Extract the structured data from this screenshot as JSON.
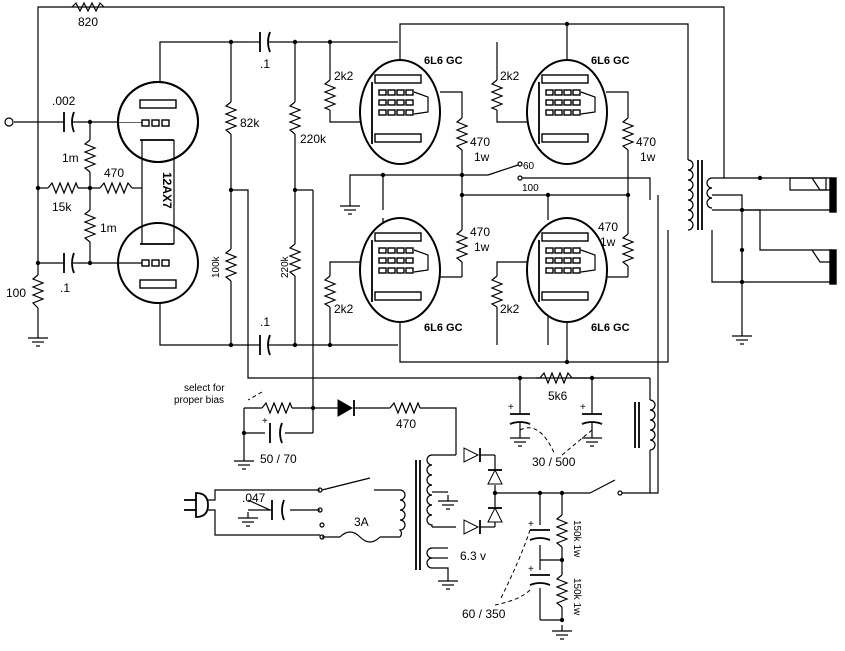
{
  "labels": {
    "r_820": "820",
    "c_002": ".002",
    "r_1m_top": "1m",
    "r_470_input": "470",
    "r_15k": "15k",
    "r_1m_bottom": "1m",
    "c_1_input": ".1",
    "r_100": "100",
    "tube_12ax7": "12AX7",
    "r_82k": "82k",
    "r_100k": "100k",
    "r_220k_a": "220k",
    "r_220k_b": "220k",
    "c_1_top": ".1",
    "c_1_bottom": ".1",
    "tube_v1": "6L6 GC",
    "tube_v2": "6L6 GC",
    "tube_v3": "6L6 GC",
    "tube_v4": "6L6 GC",
    "r_2k2_v1": "2k2",
    "r_2k2_v2": "2k2",
    "r_2k2_v3": "2k2",
    "r_2k2_v4": "2k2",
    "r_470_v1": "470",
    "r_470_v1_w": "1w",
    "r_470_v2": "470",
    "r_470_v2_w": "1w",
    "r_470_v3": "470",
    "r_470_v3_w": "1w",
    "r_470_v4": "470",
    "r_470_v4_w": "1w",
    "sw_60": "60",
    "sw_100": "100",
    "bias_note_1": "select for",
    "bias_note_2": "proper bias",
    "c_50_70": "50 / 70",
    "r_470_bias": "470",
    "r_5k6": "5k6",
    "c_30_500": "30 / 500",
    "c_047": ".047",
    "fuse_3a": "3A",
    "heater_63v": "6.3 v",
    "r_150k_a": "150k 1w",
    "r_150k_b": "150k 1w",
    "c_60_350": "60 / 350"
  }
}
